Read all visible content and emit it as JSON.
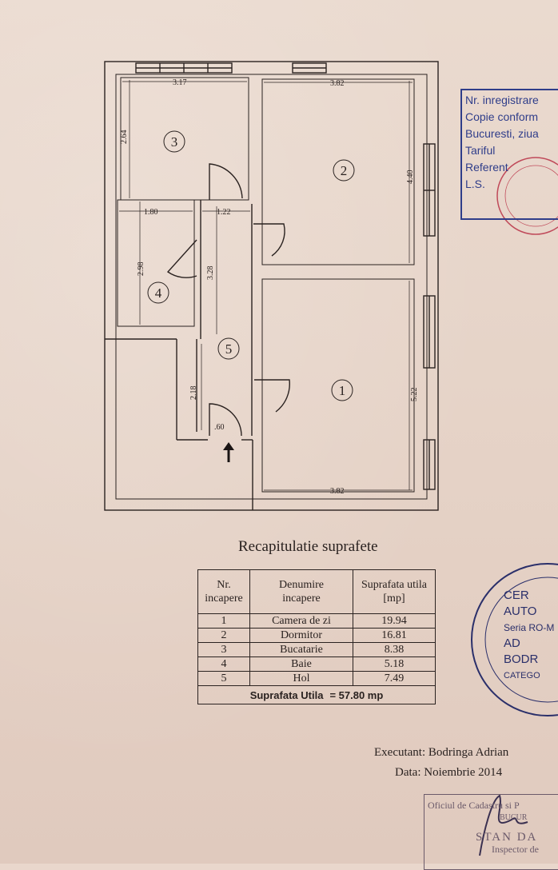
{
  "plan": {
    "dimensions": {
      "room3_width": "3.17",
      "room3_height": "2.64",
      "room2_width": "3.82",
      "room2_height": "4.40",
      "room4_width": "1.80",
      "room4_height": "2.98",
      "hall_width": "1.22",
      "hall_upper_height": "3.28",
      "hall_lower_height": "2.18",
      "entrance_width": ".60",
      "room1_height": "5.22",
      "room1_width": "3.82"
    },
    "room_numbers": [
      "1",
      "2",
      "3",
      "4",
      "5"
    ]
  },
  "recap": {
    "title": "Recapitulatie suprafete",
    "headers": {
      "nr_line1": "Nr.",
      "nr_line2": "incapere",
      "name_line1": "Denumire",
      "name_line2": "incapere",
      "area_line1": "Suprafata utila",
      "area_line2": "[mp]"
    },
    "rows": [
      {
        "nr": "1",
        "name": "Camera de zi",
        "area": "19.94"
      },
      {
        "nr": "2",
        "name": "Dormitor",
        "area": "16.81"
      },
      {
        "nr": "3",
        "name": "Bucatarie",
        "area": "8.38"
      },
      {
        "nr": "4",
        "name": "Baie",
        "area": "5.18"
      },
      {
        "nr": "5",
        "name": "Hol",
        "area": "7.49"
      }
    ],
    "total_label": "Suprafata Utila",
    "total_value": "=  57.80 mp"
  },
  "footer": {
    "executant": "Executant:  Bodringa  Adrian",
    "date": "Data: Noiembrie  2014"
  },
  "stamps": {
    "registration": [
      "Nr. inregistrare",
      "Copie conform",
      "Bucuresti, ziua",
      "Tariful",
      "Referent",
      "L.S."
    ],
    "certification": [
      "CER",
      "AUTO",
      "Seria RO-M",
      "AD",
      "BODR",
      "CATEGO"
    ],
    "office": [
      "Oficiul de Cadastru si P",
      "BUCUR",
      "STAN DA",
      "Inspector de"
    ]
  },
  "colors": {
    "paper": "#e9d7cc",
    "ink": "#2a2220",
    "stamp_blue": "#2f3d8a"
  }
}
